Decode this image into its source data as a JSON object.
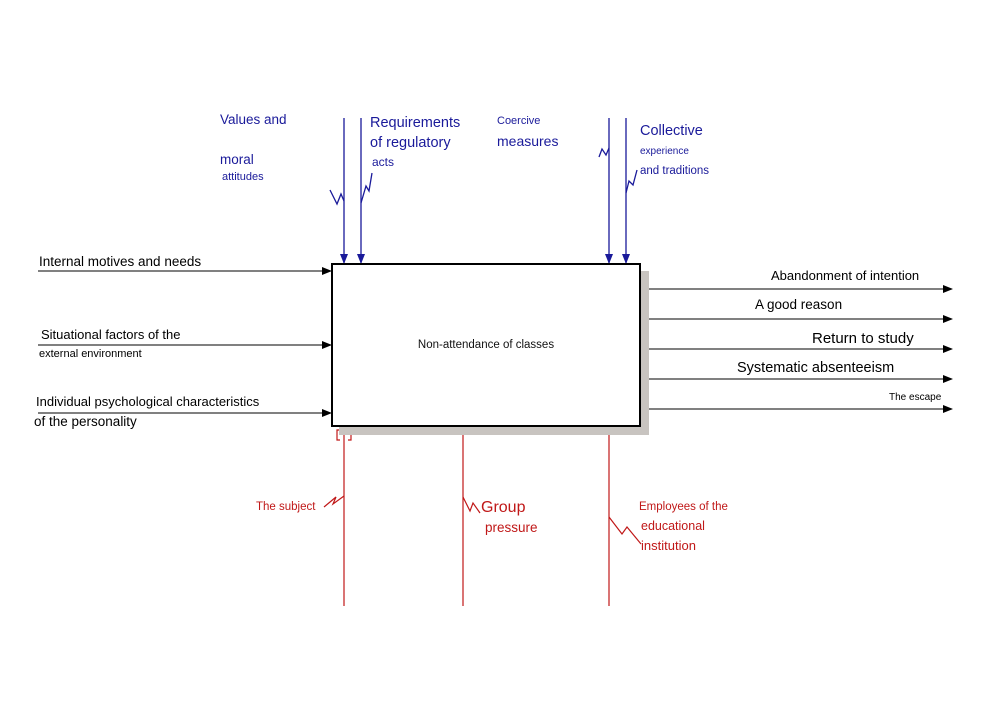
{
  "diagram": {
    "function_box": {
      "title": "Non-attendance of classes"
    },
    "controls": [
      {
        "line1": "Values and",
        "line2": "moral",
        "line3": "attitudes"
      },
      {
        "line1": "Requirements",
        "line2": "of regulatory",
        "line3": "acts"
      },
      {
        "line1": "Coercive",
        "line2": "measures"
      },
      {
        "line1": "Collective",
        "line2": "experience",
        "line3": "and traditions"
      }
    ],
    "inputs": [
      {
        "line1": "Internal motives and needs"
      },
      {
        "line1": "Situational factors of the",
        "line2": "external environment"
      },
      {
        "line1": "Individual psychological characteristics",
        "line2": "of the personality"
      }
    ],
    "outputs": [
      {
        "label": "Abandonment of intention"
      },
      {
        "label": "A good reason"
      },
      {
        "label": "Return to study"
      },
      {
        "label": "Systematic absenteeism"
      },
      {
        "label": "The escape"
      }
    ],
    "mechanisms": [
      {
        "line1": "The subject"
      },
      {
        "line1": "Group",
        "line2": "pressure"
      },
      {
        "line1": "Employees of the",
        "line2": "educational",
        "line3": "institution"
      }
    ],
    "colors": {
      "control": "#1a1a9a",
      "mechanism": "#c01818",
      "io": "#000000",
      "shadow": "#c8c4c0"
    }
  }
}
